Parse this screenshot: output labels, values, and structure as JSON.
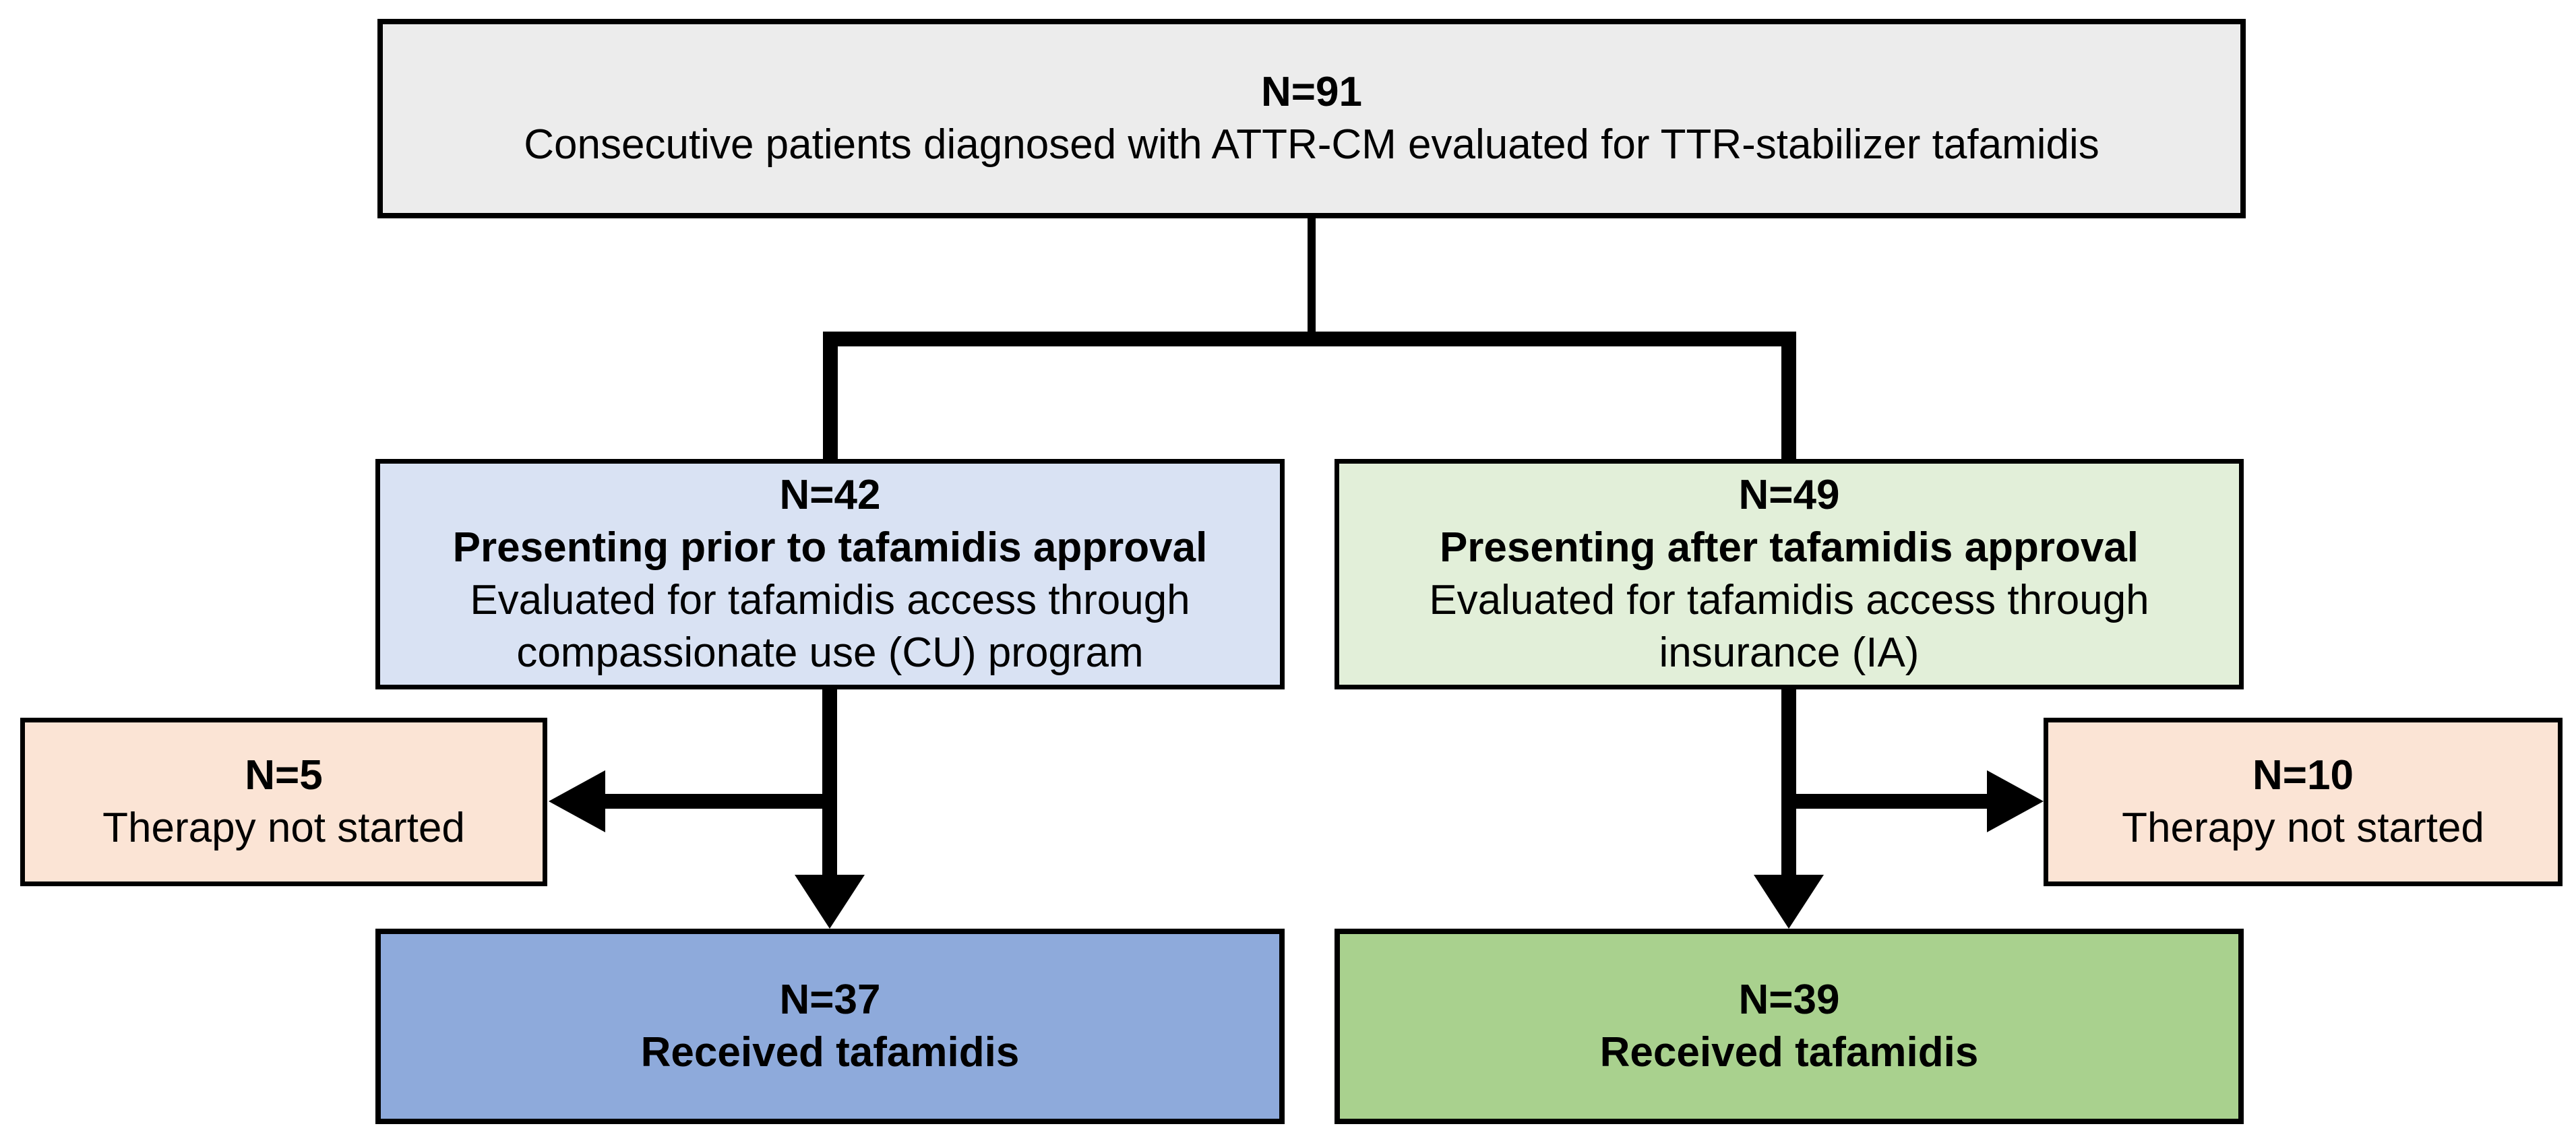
{
  "diagram": {
    "background": "#FFFFFF",
    "line_color": "#000000",
    "boxes": {
      "total": {
        "n": "N=91",
        "label": "Consecutive patients diagnosed with ATTR-CM evaluated for TTR-stabilizer tafamidis",
        "fill": "#ECECEC"
      },
      "prior_arm": {
        "n": "N=42",
        "title": "Presenting prior to tafamidis approval",
        "desc_line1": "Evaluated for tafamidis access through",
        "desc_line2": "compassionate use (CU) program",
        "fill": "#D9E2F3"
      },
      "after_arm": {
        "n": "N=49",
        "title": "Presenting after tafamidis approval",
        "desc_line1": "Evaluated for tafamidis access through",
        "desc_line2": "insurance (IA)",
        "fill": "#E2EFD9"
      },
      "prior_not_started": {
        "n": "N=5",
        "label": "Therapy not started",
        "fill": "#FBE4D5"
      },
      "after_not_started": {
        "n": "N=10",
        "label": "Therapy not started",
        "fill": "#FBE4D5"
      },
      "prior_received": {
        "n": "N=37",
        "label": "Received tafamidis",
        "fill": "#8EAADB"
      },
      "after_received": {
        "n": "N=39",
        "label": "Received tafamidis",
        "fill": "#A9D18E"
      }
    }
  }
}
